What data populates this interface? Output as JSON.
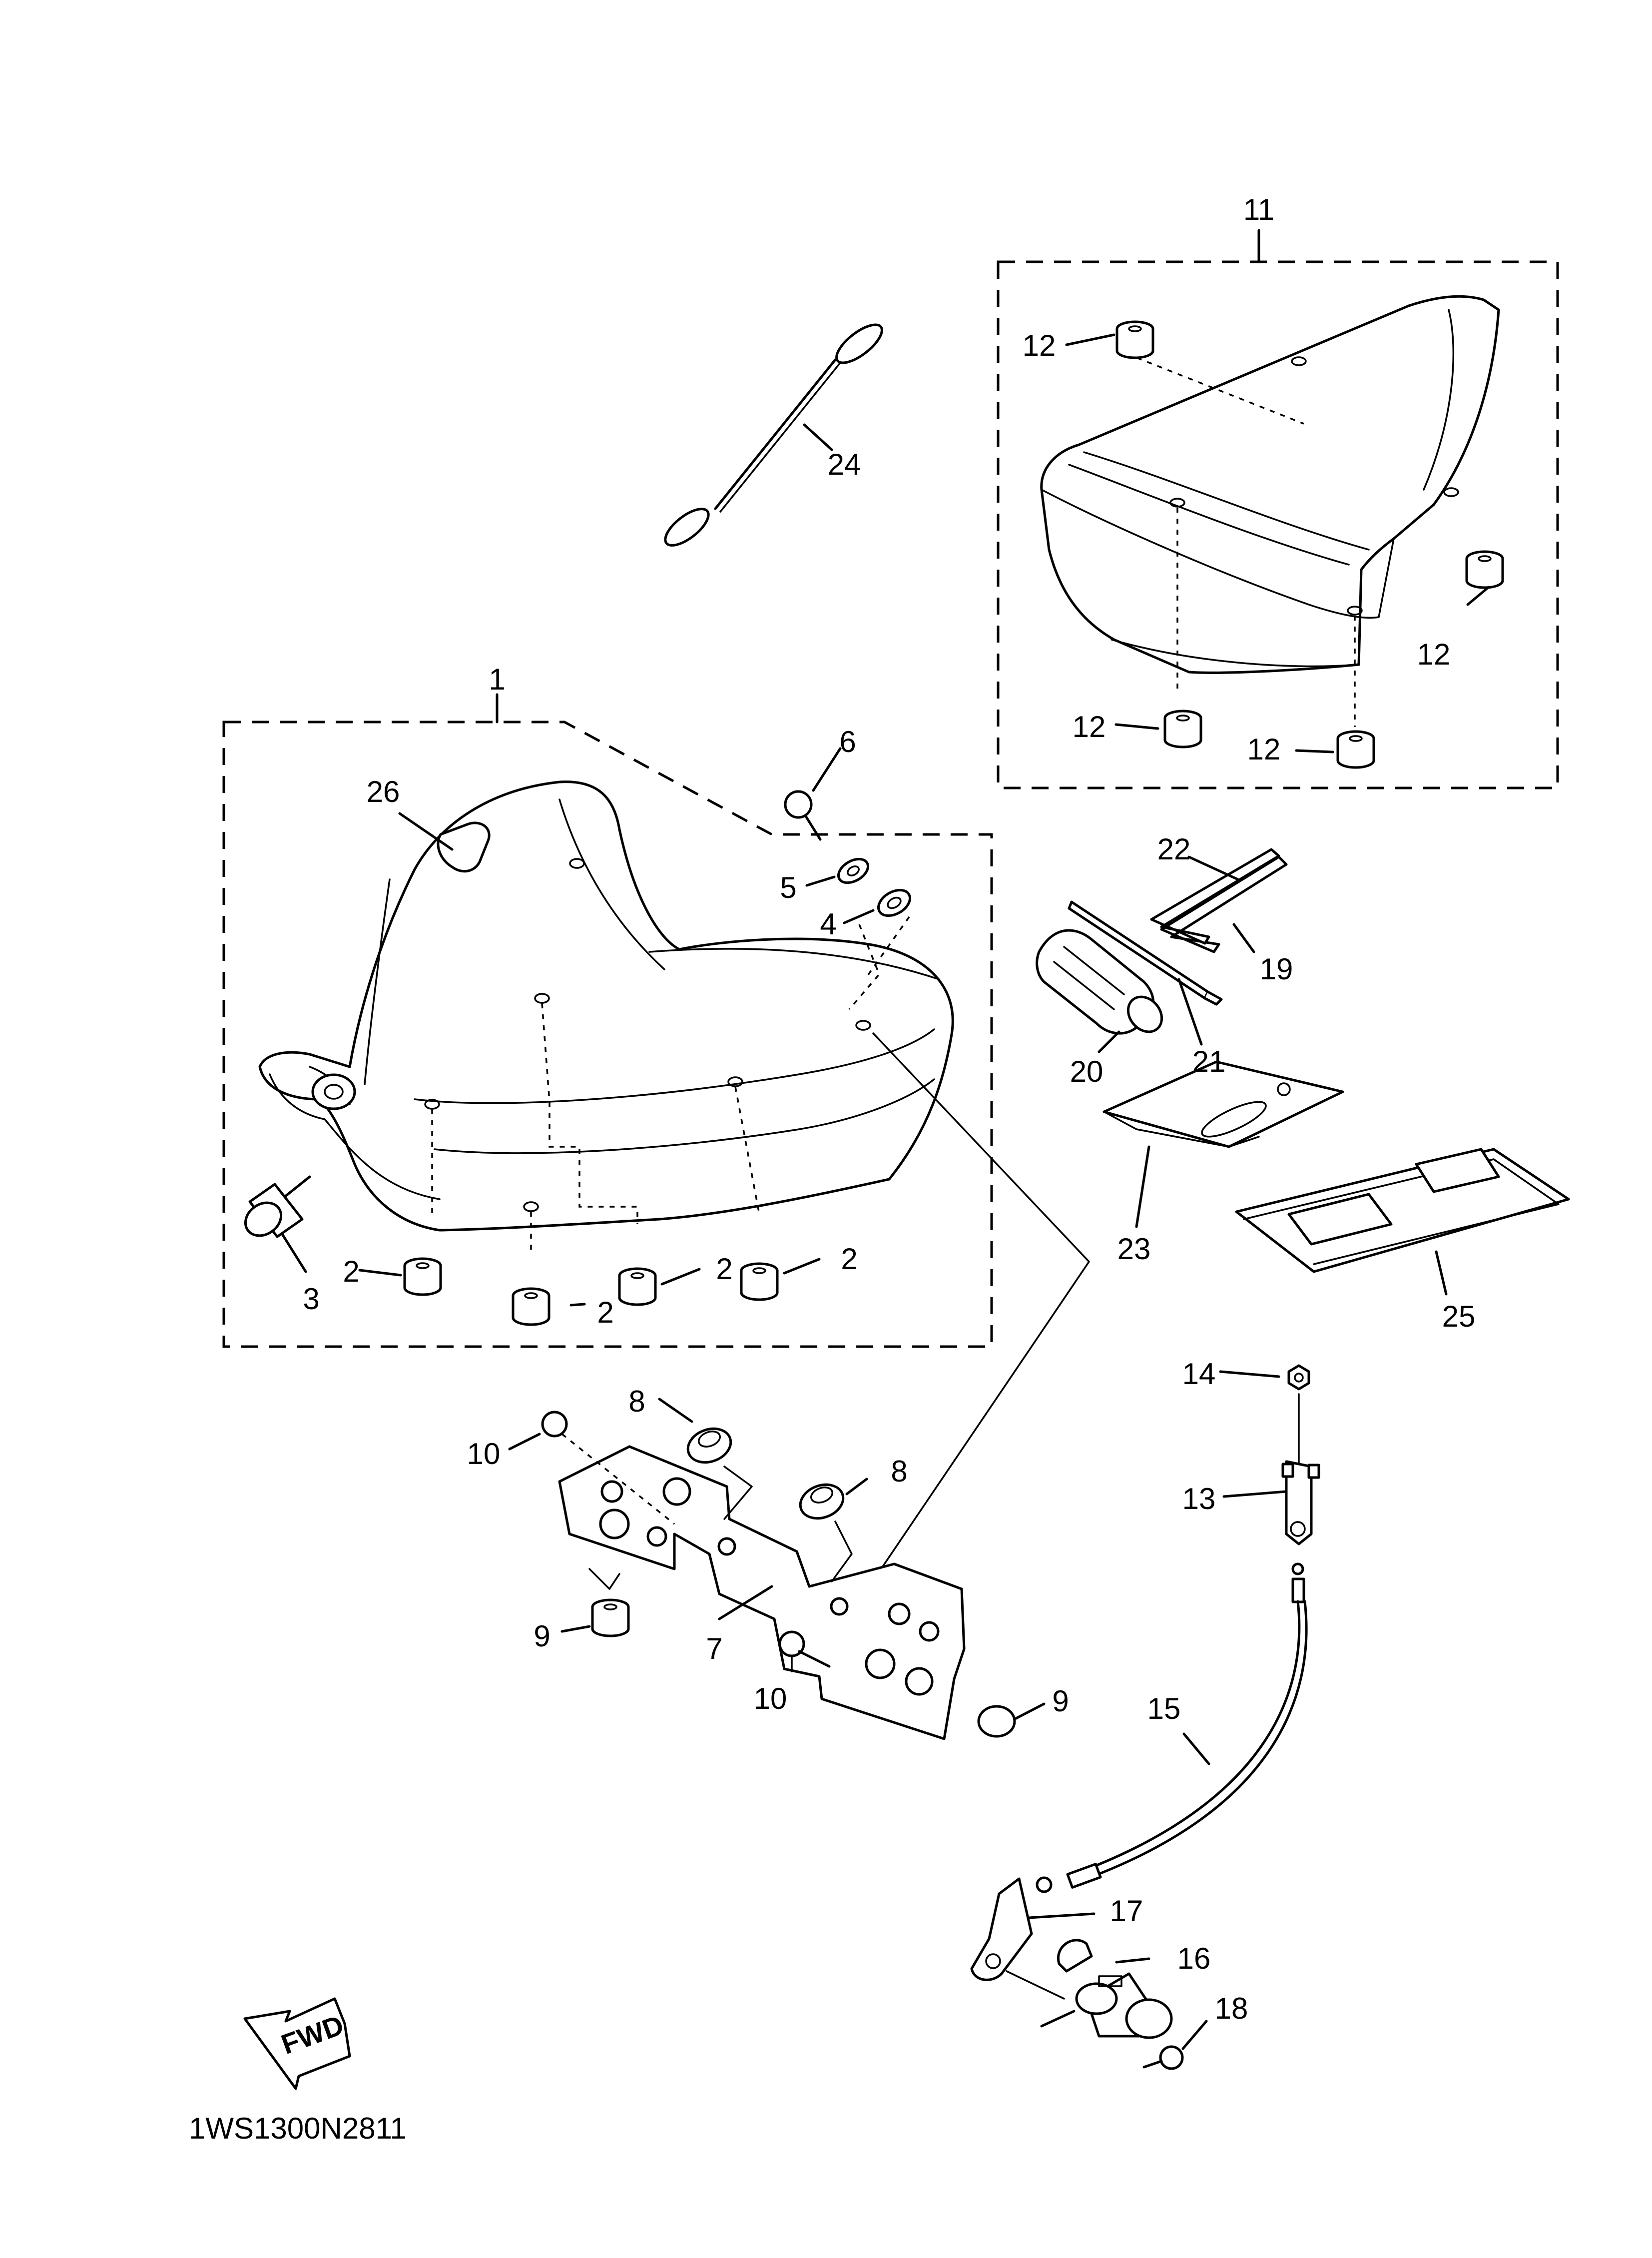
{
  "diagram_code": "1WS1300N2811",
  "fwd_label": "FWD",
  "callouts": [
    {
      "id": "c1",
      "text": "1"
    },
    {
      "id": "c2a",
      "text": "2"
    },
    {
      "id": "c2b",
      "text": "2"
    },
    {
      "id": "c2c",
      "text": "2"
    },
    {
      "id": "c2d",
      "text": "2"
    },
    {
      "id": "c3",
      "text": "3"
    },
    {
      "id": "c4",
      "text": "4"
    },
    {
      "id": "c5",
      "text": "5"
    },
    {
      "id": "c6",
      "text": "6"
    },
    {
      "id": "c7",
      "text": "7"
    },
    {
      "id": "c8a",
      "text": "8"
    },
    {
      "id": "c8b",
      "text": "8"
    },
    {
      "id": "c9a",
      "text": "9"
    },
    {
      "id": "c9b",
      "text": "9"
    },
    {
      "id": "c10a",
      "text": "10"
    },
    {
      "id": "c10b",
      "text": "10"
    },
    {
      "id": "c11",
      "text": "11"
    },
    {
      "id": "c12a",
      "text": "12"
    },
    {
      "id": "c12b",
      "text": "12"
    },
    {
      "id": "c12c",
      "text": "12"
    },
    {
      "id": "c12d",
      "text": "12"
    },
    {
      "id": "c13",
      "text": "13"
    },
    {
      "id": "c14",
      "text": "14"
    },
    {
      "id": "c15",
      "text": "15"
    },
    {
      "id": "c16",
      "text": "16"
    },
    {
      "id": "c17",
      "text": "17"
    },
    {
      "id": "c18",
      "text": "18"
    },
    {
      "id": "c19",
      "text": "19"
    },
    {
      "id": "c20",
      "text": "20"
    },
    {
      "id": "c21",
      "text": "21"
    },
    {
      "id": "c22",
      "text": "22"
    },
    {
      "id": "c23",
      "text": "23"
    },
    {
      "id": "c24",
      "text": "24"
    },
    {
      "id": "c25",
      "text": "25"
    },
    {
      "id": "c26",
      "text": "26"
    }
  ]
}
